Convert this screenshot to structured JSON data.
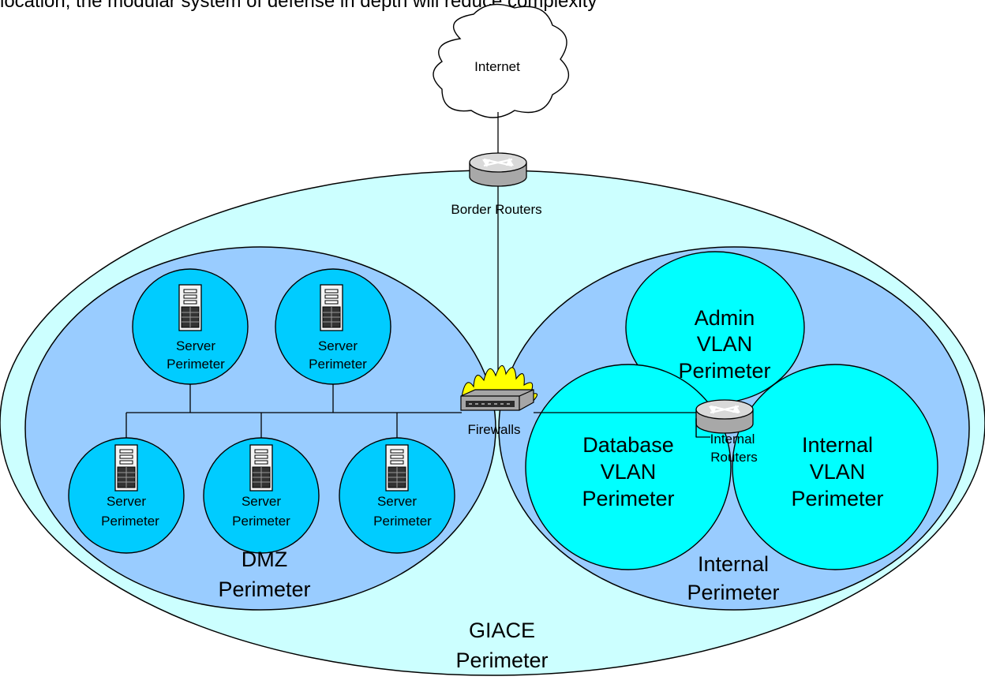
{
  "header": {
    "text": "location, the modular system of defense in depth will reduce complexity"
  },
  "cloud": {
    "label": "Internet"
  },
  "border_router": {
    "label": "Border Routers"
  },
  "firewall": {
    "label": "Firewalls"
  },
  "internal_router": {
    "label_line1": "Internal",
    "label_line2": "Routers"
  },
  "giace": {
    "line1": "GIACE",
    "line2": "Perimeter"
  },
  "dmz": {
    "line1": "DMZ",
    "line2": "Perimeter"
  },
  "internal": {
    "line1": "Internal",
    "line2": "Perimeter"
  },
  "vlans": {
    "admin": {
      "line1": "Admin",
      "line2": "VLAN",
      "line3": "Perimeter"
    },
    "database": {
      "line1": "Database",
      "line2": "VLAN",
      "line3": "Perimeter"
    },
    "internal": {
      "line1": "Internal",
      "line2": "VLAN",
      "line3": "Perimeter"
    }
  },
  "servers": [
    {
      "line1": "Server",
      "line2": "Perimeter"
    },
    {
      "line1": "Server",
      "line2": "Perimeter"
    },
    {
      "line1": "Server",
      "line2": "Perimeter"
    },
    {
      "line1": "Server",
      "line2": "Perimeter"
    },
    {
      "line1": "Server",
      "line2": "Perimeter"
    }
  ],
  "colors": {
    "giace_fill": "#ccffff",
    "zone_fill": "#99ccff",
    "server_fill": "#00ccff",
    "vlan_fill": "#00ffff",
    "router_fill": "#c0c0c0",
    "flame": "#ffff00"
  }
}
